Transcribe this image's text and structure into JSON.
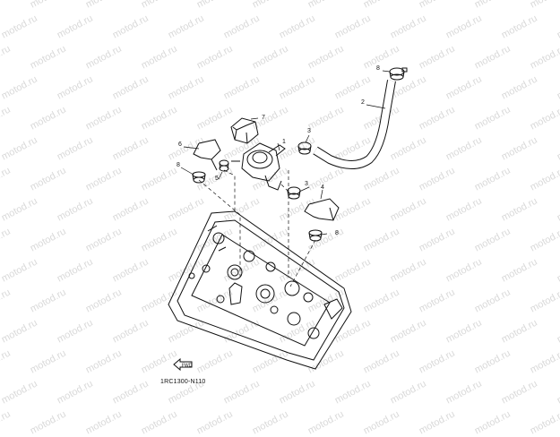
{
  "watermark": "motod.ru",
  "diagram_code": "1RC1300-N110",
  "fwd_label": "FWD",
  "callouts": [
    "8",
    "2",
    "7",
    "1",
    "3",
    "6",
    "5",
    "8",
    "3",
    "4",
    "8"
  ]
}
